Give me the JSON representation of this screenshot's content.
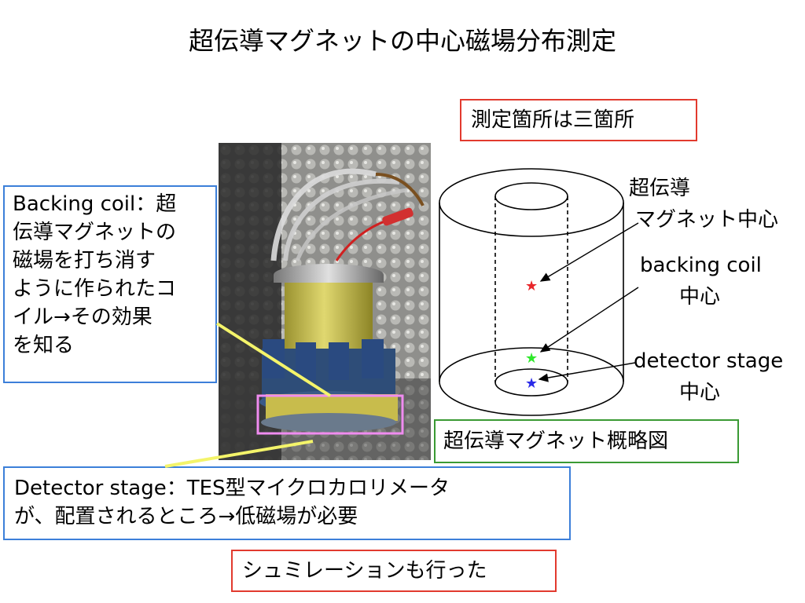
{
  "title": "超伝導マグネットの中心磁場分布測定",
  "measure_box": "測定箇所は三箇所",
  "backing_box": {
    "lines": [
      "Backing coil：超",
      "伝導マグネットの",
      "磁場を打ち消す",
      "ように作られたコ",
      "イル→その効果",
      "を知る"
    ]
  },
  "detector_box": {
    "lines": [
      "Detector stage：TES型マイクロカロリメータ",
      "が、配置されるところ→低磁場が必要"
    ]
  },
  "diagram": {
    "labels": {
      "magnet_center": [
        "超伝導",
        "マグネット中心"
      ],
      "backing_center": [
        "backing coil",
        "中心"
      ],
      "detector_center": [
        "detector stage",
        "中心"
      ]
    },
    "star_glyph": "★",
    "star_colors": {
      "red": "#e8262a",
      "green": "#2ee82a",
      "blue": "#2a2ae8"
    },
    "caption": "超伝導マグネット概略図"
  },
  "simulation_box": "シュミレーションも行った",
  "colors": {
    "red_border": "#e23a2e",
    "blue_border": "#3c7fd9",
    "green_border": "#3a9a34",
    "highlight_rect": "#f08cf0",
    "pointer_line": "#f4f46a"
  }
}
